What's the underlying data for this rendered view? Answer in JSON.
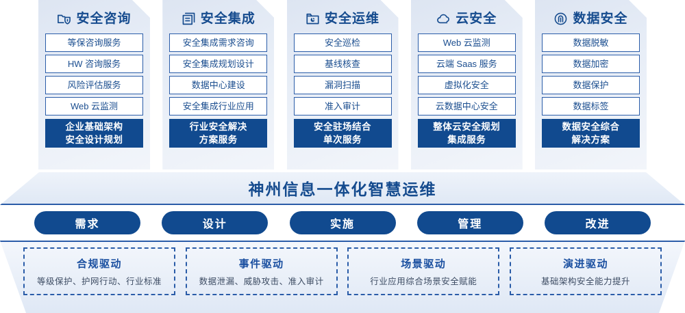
{
  "columns": [
    {
      "icon": "folder-shield-icon",
      "title": "安全咨询",
      "items": [
        "等保咨询服务",
        "HW 咨询服务",
        "风险评估服务",
        "Web 云监测"
      ],
      "footer": [
        "企业基础架构",
        "安全设计规划"
      ]
    },
    {
      "icon": "server-stack-icon",
      "title": "安全集成",
      "items": [
        "安全集成需求咨询",
        "安全集成规划设计",
        "数据中心建设",
        "安全集成行业应用"
      ],
      "footer": [
        "行业安全解决",
        "方案服务"
      ]
    },
    {
      "icon": "monitor-chart-icon",
      "title": "安全运维",
      "items": [
        "安全巡检",
        "基线核查",
        "漏洞扫描",
        "准入审计"
      ],
      "footer": [
        "安全驻场结合",
        "单次服务"
      ]
    },
    {
      "icon": "cloud-icon",
      "title": "云安全",
      "items": [
        "Web 云监测",
        "云端 Saas 服务",
        "虚拟化安全",
        "云数据中心安全"
      ],
      "footer": [
        "整体云安全规划",
        "集成服务"
      ]
    },
    {
      "icon": "fingerprint-icon",
      "title": "数据安全",
      "items": [
        "数据脱敏",
        "数据加密",
        "数据保护",
        "数据标签"
      ],
      "footer": [
        "数据安全综合",
        "解决方案"
      ]
    }
  ],
  "banner": {
    "text": "神州信息一体化智慧运维"
  },
  "pills": [
    {
      "label": "需求"
    },
    {
      "label": "设计"
    },
    {
      "label": "实施"
    },
    {
      "label": "管理"
    },
    {
      "label": "改进"
    }
  ],
  "drivers": [
    {
      "title": "合规驱动",
      "desc": "等级保护、护网行动、行业标准"
    },
    {
      "title": "事件驱动",
      "desc": "数据泄漏、威胁攻击、准入审计"
    },
    {
      "title": "场景驱动",
      "desc": "行业应用综合场景安全赋能"
    },
    {
      "title": "演进驱动",
      "desc": "基础架构安全能力提升"
    }
  ],
  "colors": {
    "brand_blue": "#114a8f",
    "border_blue": "#2a5ca8",
    "title_blue": "#154b8e",
    "panel_bg": "#e4ebf5"
  }
}
